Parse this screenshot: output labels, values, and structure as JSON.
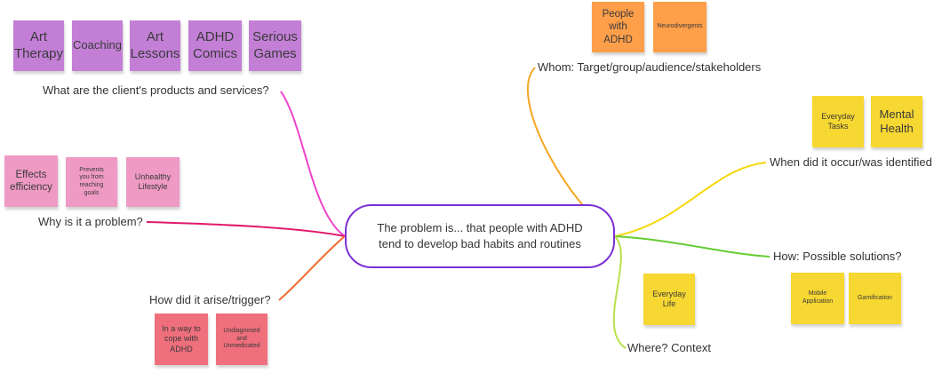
{
  "central_topic": "The problem is... that people with ADHD\ntend to develop bad habits and routines",
  "branches": {
    "products": {
      "label": "What are the client's products and services?",
      "color": "#ee44cc",
      "notes": [
        "Art\nTherapy",
        "Coaching",
        "Art\nLessons",
        "ADHD\nComics",
        "Serious\nGames"
      ]
    },
    "why": {
      "label": "Why is it a problem?",
      "color": "#e0196a",
      "notes": [
        "Effects\nefficiency",
        "Prevents\nyou from\nreaching\ngoals",
        "Unhealthy\nLifestyle"
      ]
    },
    "how_arise": {
      "label": "How did it arise/trigger?",
      "color": "#f26a2e",
      "notes": [
        "In a way to\ncope with\nADHD",
        "Undiagnosed\nand\nUnmedicated"
      ]
    },
    "whom": {
      "label": "Whom: Target/group/audience/stakeholders",
      "color": "#f5a623",
      "notes": [
        "People\nwith\nADHD",
        "Neurodivergents"
      ]
    },
    "when": {
      "label": "When did it occur/was identified",
      "color": "#f5d80a",
      "notes": [
        "Everyday\nTasks",
        "Mental\nHealth"
      ]
    },
    "solutions": {
      "label": "How: Possible solutions?",
      "color": "#66cc33",
      "notes": [
        "Mobile\nApplication",
        "Gamification"
      ]
    },
    "where": {
      "label": "Where? Context",
      "color": "#b8e04a",
      "notes": [
        "Everyday\nLife"
      ]
    }
  }
}
